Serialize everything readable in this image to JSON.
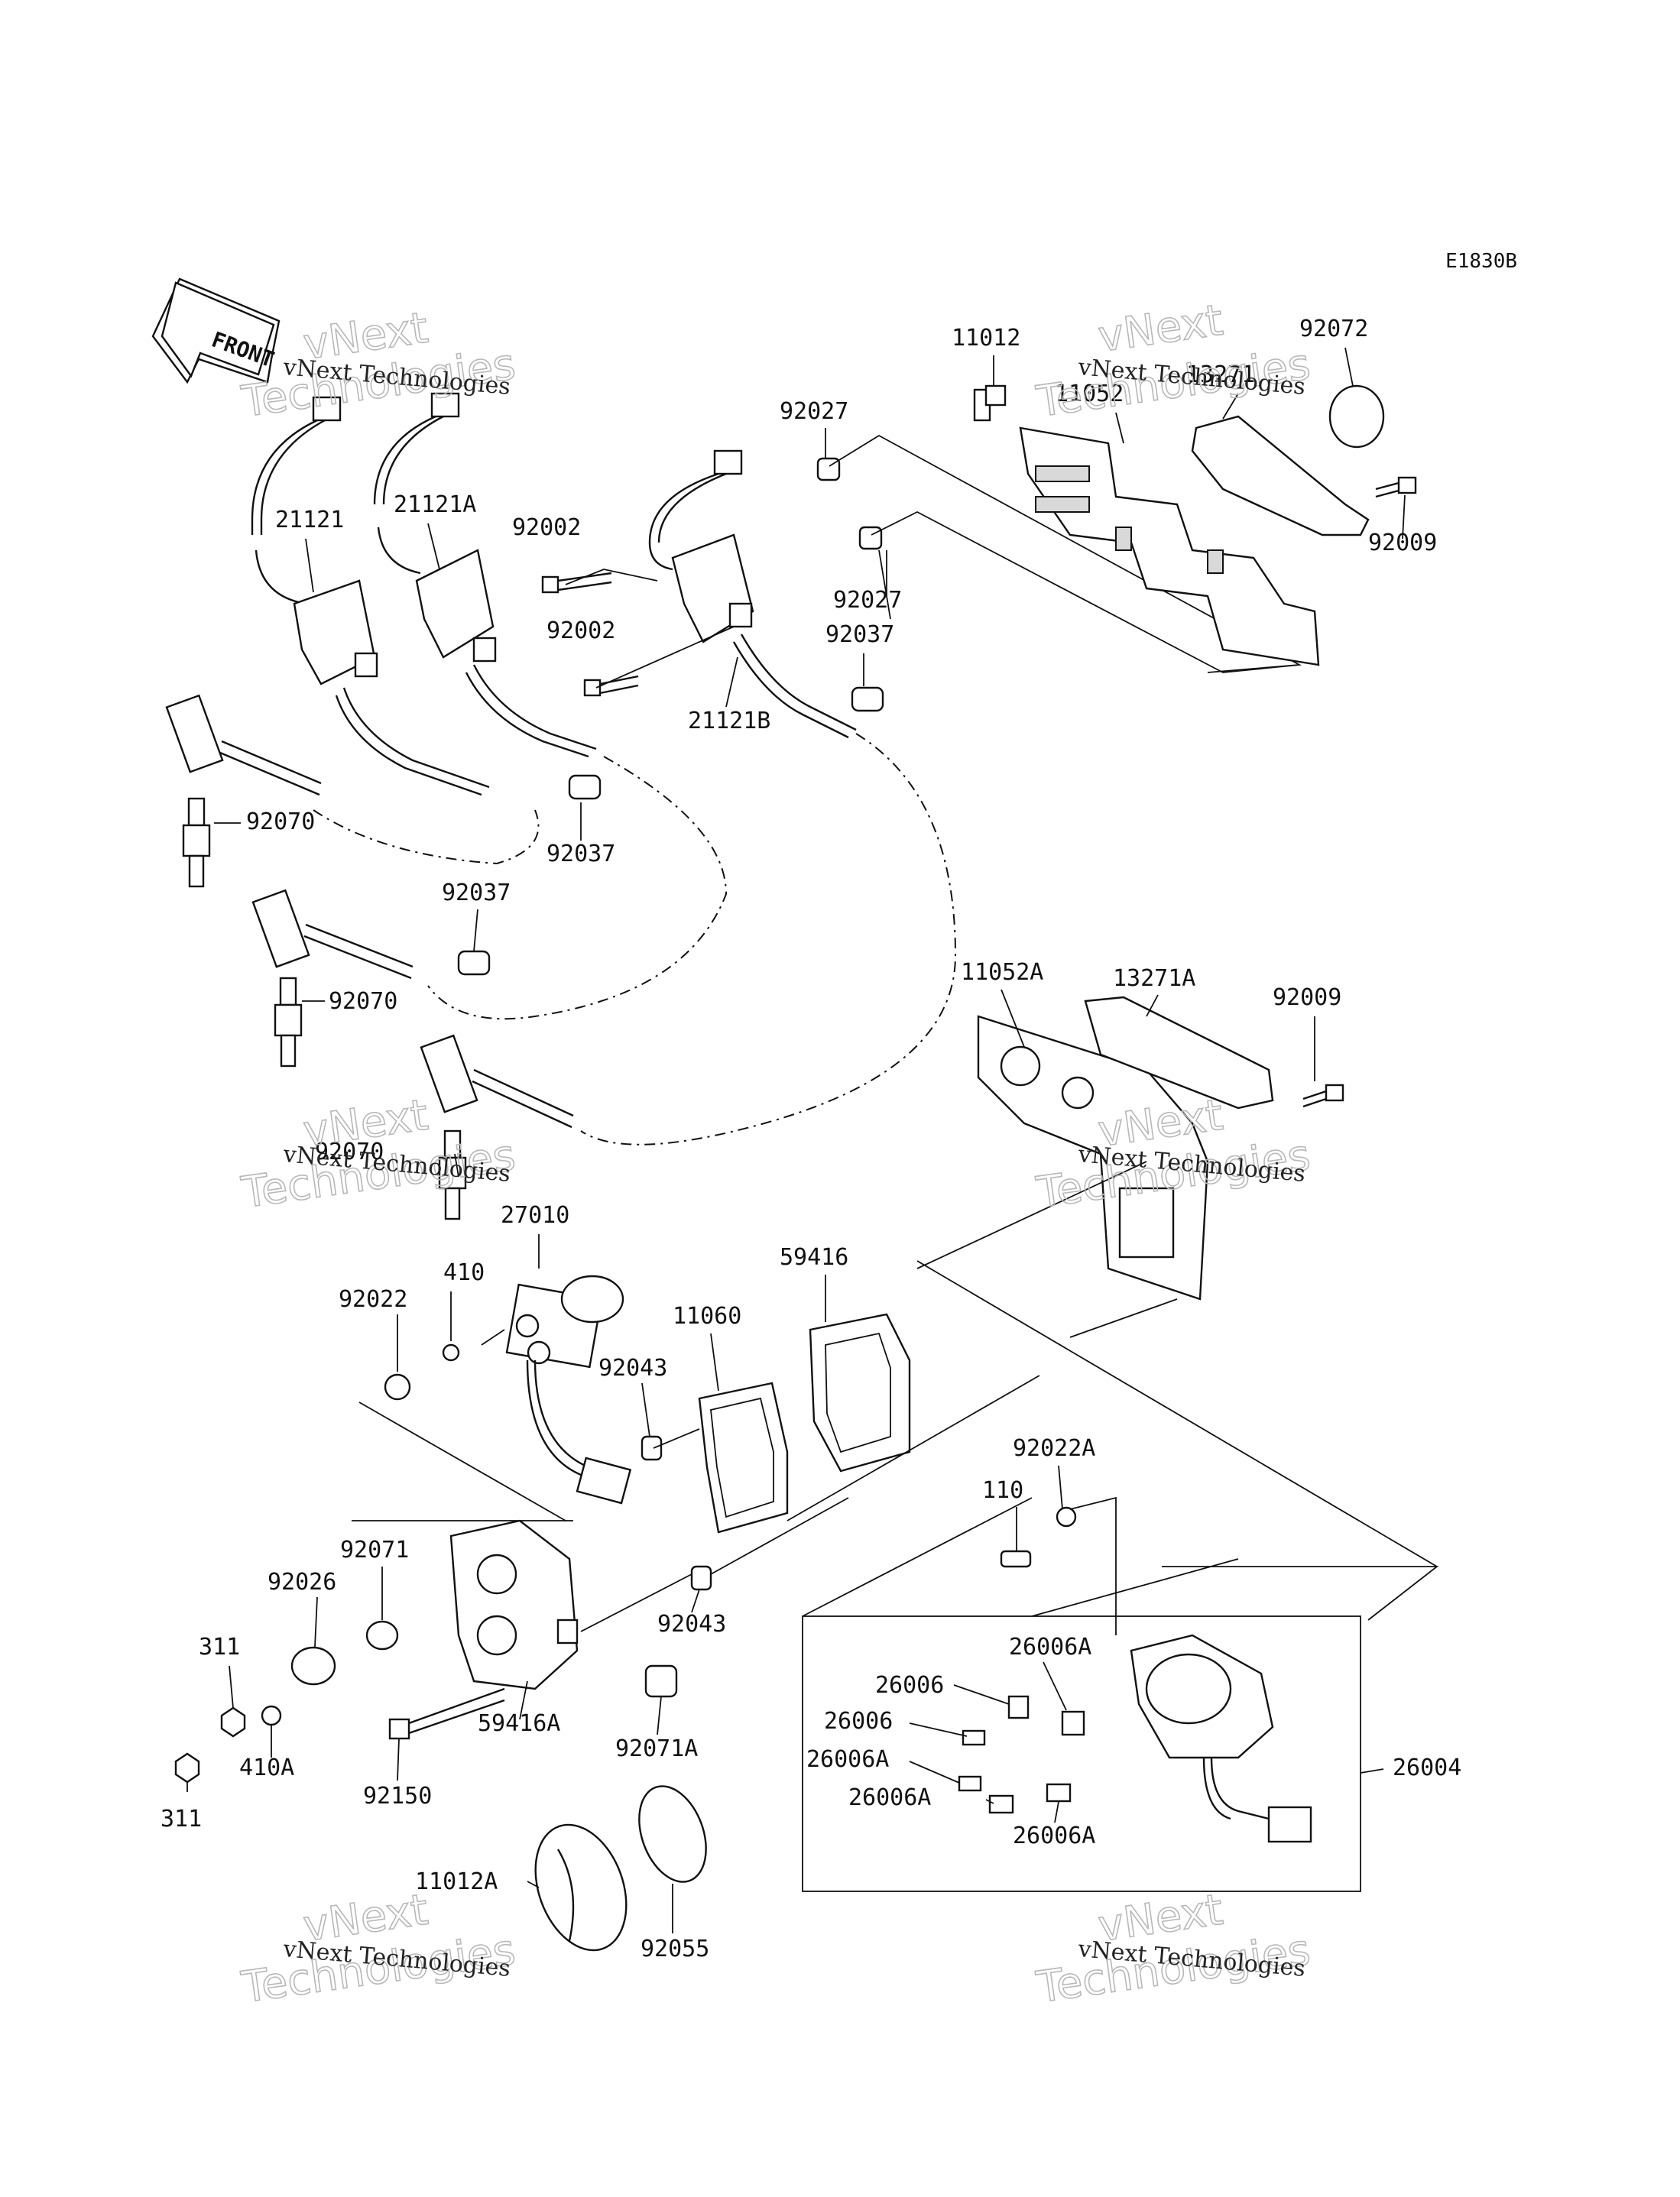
{
  "diagram_code": "E1830B",
  "front_label": "FRONT",
  "watermark": {
    "line1": "vNext",
    "line2": "Technologies",
    "caption": "vNext Technologies"
  },
  "parts": [
    "11012",
    "92072",
    "11052",
    "13271",
    "92027",
    "92009",
    "21121",
    "21121A",
    "92002",
    "92027",
    "92002",
    "92037",
    "21121B",
    "92070",
    "92037",
    "92037",
    "92070",
    "11052A",
    "13271A",
    "92009",
    "92070",
    "27010",
    "410",
    "92022",
    "59416",
    "11060",
    "92043",
    "92022A",
    "110",
    "92071",
    "92026",
    "92043",
    "311",
    "26006A",
    "26006",
    "26006",
    "26006A",
    "59416A",
    "92071A",
    "26006A",
    "26004",
    "410A",
    "26006A",
    "311",
    "92150",
    "11012A",
    "92055"
  ]
}
